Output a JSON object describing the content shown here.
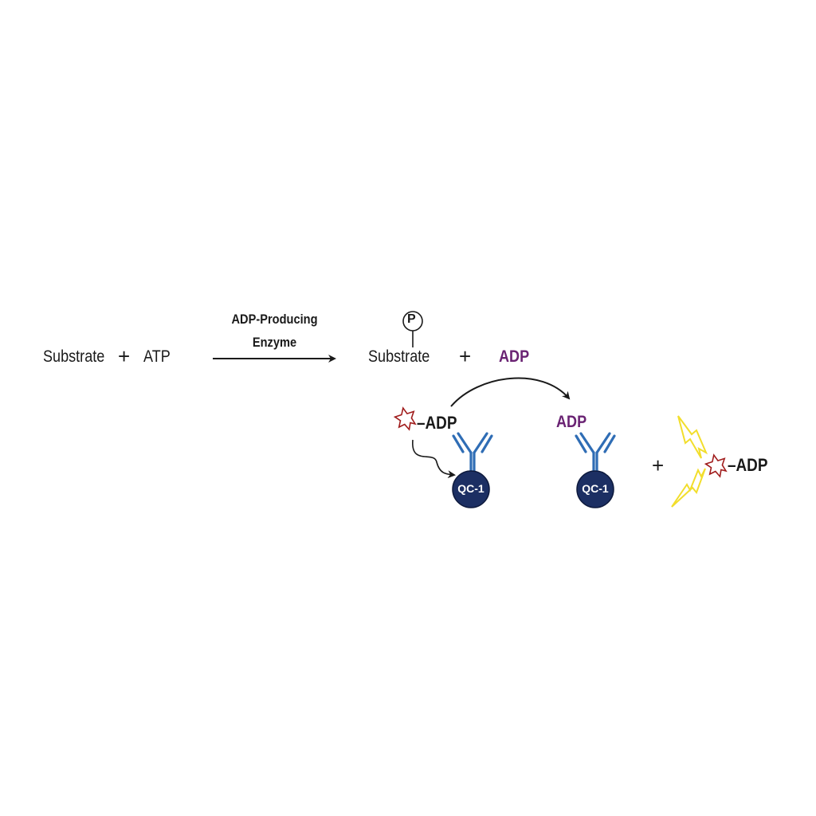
{
  "reaction": {
    "substrate_label": "Substrate",
    "plus_1": "+",
    "atp_label": "ATP",
    "enzyme_label_line1": "ADP-Producing",
    "enzyme_label_line2": "Enzyme",
    "phospho_label": "P",
    "product_substrate_label": "Substrate",
    "plus_2": "+",
    "adp_product_label": "ADP"
  },
  "detection": {
    "tracer_label": "–ADP",
    "antibody_1_label": "QC-1",
    "displaced_adp_label": "ADP",
    "antibody_2_label": "QC-1",
    "plus_3": "+",
    "free_tracer_label": "–ADP"
  },
  "colors": {
    "text": "#1a1a1a",
    "adp_purple": "#6a2373",
    "antibody_blue": "#2f6db5",
    "bead_navy": "#1c2f63",
    "fluor_red": "#a01c1c",
    "lightning_yellow": "#f2de2c",
    "arrow": "#1a1a1a"
  }
}
